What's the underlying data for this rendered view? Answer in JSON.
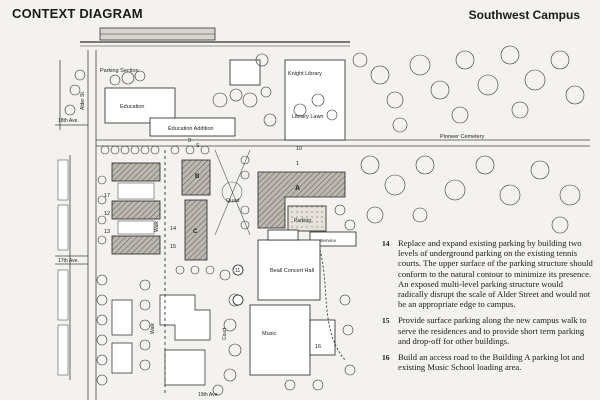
{
  "header": {
    "title": "CONTEXT DIAGRAM",
    "campus": "Southwest Campus"
  },
  "map_labels": {
    "parking_section": "Parking Section",
    "education": "Education",
    "education_addition": "Education Addition",
    "knight_library": "Knight Library",
    "library_lawn": "Library Lawn",
    "pioneer_cemetery": "Pioneer Cemetery",
    "quad": "Quad",
    "parking": "Parking",
    "service": "Service",
    "beall_concert_hall": "Beall Concert Hall",
    "music": "Music",
    "alder_st": "Alder St.",
    "ave_18th": "18th Ave.",
    "ave_17th": "17th Ave.",
    "ave_19th": "19th Ave.",
    "walk": "Walk",
    "court": "Court",
    "a": "A",
    "b": "B",
    "c": "C",
    "s": "S",
    "n1": "1",
    "n9": "9",
    "n10": "10",
    "n11": "11",
    "n12": "12",
    "n13": "13",
    "n14": "14",
    "n15": "15",
    "n16": "16",
    "n17": "17"
  },
  "notes": [
    {
      "num": "14",
      "text": "Replace and expand existing parking by building two levels of underground parking on the existing tennis courts. The upper surface of the parking structure should conform to the natural contour to minimize its presence. An exposed multi-level parking structure would radically disrupt the scale of Alder Street and would not be an appropriate edge to campus."
    },
    {
      "num": "15",
      "text": "Provide surface parking along the new campus walk to serve the residences and to provide short term parking and drop-off for other buildings."
    },
    {
      "num": "16",
      "text": "Build an access road to the Building A parking lot and existing Music School loading area."
    }
  ]
}
